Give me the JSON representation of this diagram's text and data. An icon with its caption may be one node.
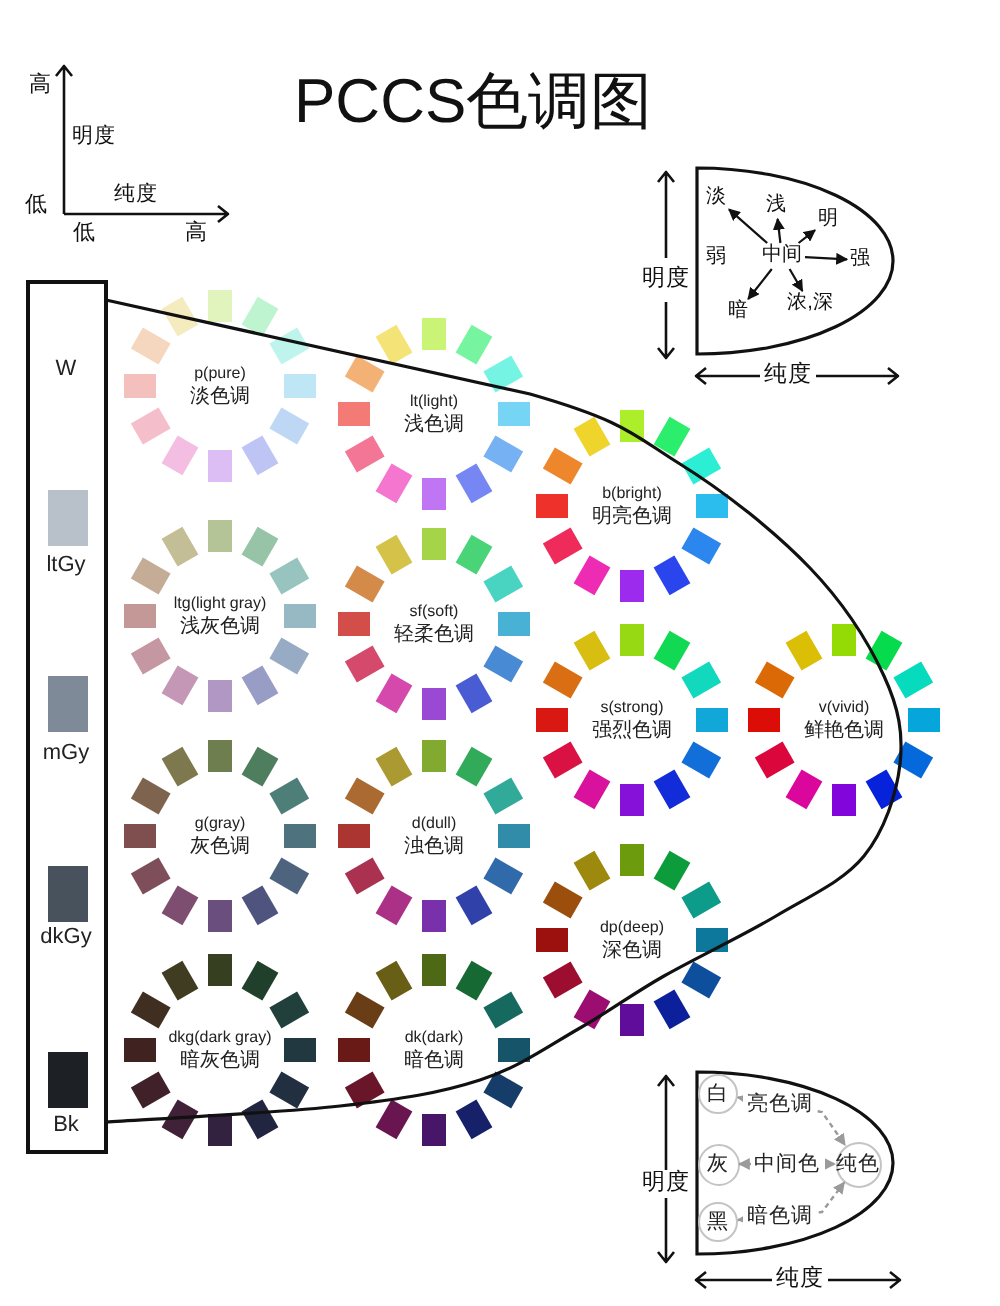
{
  "diagram": {
    "title": "PCCS色调图",
    "nodes": [
      {
        "text": [],
        "shape": "semicircle"
      },
      {
        "text": [
          "淡"
        ],
        "in": 0
      },
      {
        "text": [
          "浅"
        ],
        "in": 0
      },
      {
        "text": [
          "明"
        ],
        "in": 0
      },
      {
        "text": [
          "中间"
        ],
        "in": 0
      },
      {
        "text": [
          "强"
        ],
        "in": 0
      },
      {
        "text": [
          "暗"
        ],
        "in": 0
      },
      {
        "text": [
          "浓,深"
        ],
        "in": 0
      },
      {
        "text": [
          "W",
          "ltGy",
          "mGy",
          "dkGy",
          "Bk"
        ]
      },
      {
        "text": [
          "p(pure)",
          "淡色调"
        ]
      },
      {
        "text": [
          "lt(light)",
          "浅色调"
        ]
      },
      {
        "text": [
          "b(bright)",
          "明亮色调"
        ]
      },
      {
        "text": [
          "ltg(light gray)",
          "浅灰色调"
        ]
      },
      {
        "text": [
          "sf(soft)",
          "轻柔色调"
        ]
      },
      {
        "text": [
          "s(strong)",
          "强烈色调"
        ]
      },
      {
        "text": [
          "v(vivid)",
          "鲜艳色调"
        ]
      },
      {
        "text": [
          "g(gray)",
          "灰色调"
        ]
      },
      {
        "text": [
          "d(dull)",
          "浊色调"
        ]
      },
      {
        "text": [
          "dp(deep)",
          "深色调"
        ]
      },
      {
        "text": [
          "dkg(dark gray)",
          "暗灰色调"
        ]
      },
      {
        "text": [
          "dk(dark)",
          "暗色调"
        ]
      },
      {
        "text": [],
        "shape": "semicircle"
      },
      {
        "text": [
          "白"
        ],
        "in": 21
      },
      {
        "text": [
          "灰"
        ],
        "in": 21
      },
      {
        "text": [
          "黑"
        ],
        "in": 21
      },
      {
        "text": [
          "纯色"
        ],
        "in": 21
      }
    ],
    "edges": [
      {
        "from": 4,
        "to": 1,
        "arrow": "to"
      },
      {
        "from": 4,
        "to": 2,
        "arrow": "to"
      },
      {
        "from": 4,
        "to": 3,
        "arrow": "to"
      },
      {
        "from": 4,
        "to": 5,
        "arrow": "to"
      },
      {
        "from": 4,
        "to": 6,
        "arrow": "to"
      },
      {
        "from": 4,
        "to": 7,
        "arrow": "to"
      },
      {
        "from": 22,
        "to": 25,
        "arrow": "both",
        "label": "亮色调",
        "style": "dashed",
        "color": "#9a9a9a"
      },
      {
        "from": 23,
        "to": 25,
        "arrow": "both",
        "label": "中间色",
        "style": "dashed",
        "color": "#9a9a9a"
      },
      {
        "from": 24,
        "to": 25,
        "arrow": "both",
        "label": "暗色调",
        "style": "dashed",
        "color": "#9a9a9a"
      }
    ],
    "labels": [
      "高",
      "明度",
      "低",
      "纯度",
      "低",
      "高",
      "明度",
      "弱",
      "纯度",
      "明度",
      "纯度"
    ]
  }
}
